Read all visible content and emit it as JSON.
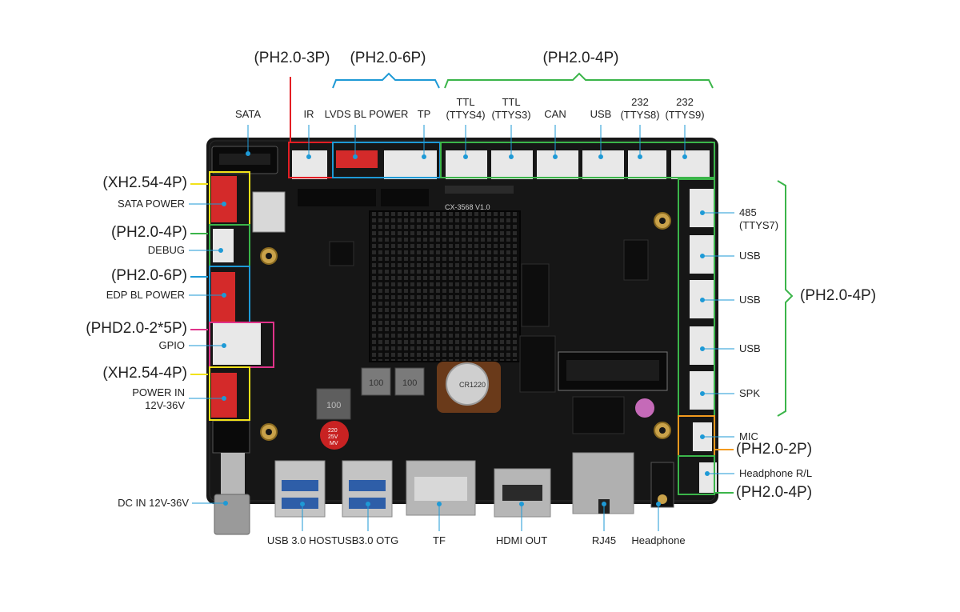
{
  "colors": {
    "red": "#e31e24",
    "blue": "#1e9ad6",
    "green": "#3bb54a",
    "magenta": "#e0338a",
    "yellow": "#f2e21a",
    "orange": "#f39a1e",
    "callout_line": "#1e9ad6",
    "board": "#161616",
    "heatsink": "#0c0c0c"
  },
  "top_groups": {
    "ph20_3p": "(PH2.0-3P)",
    "ph20_6p": "(PH2.0-6P)",
    "ph20_4p": "(PH2.0-4P)"
  },
  "top_labels": {
    "sata": "SATA",
    "ir": "IR",
    "lvds_bl_power": "LVDS BL POWER",
    "tp": "TP",
    "ttl_ttys4_l1": "TTL",
    "ttl_ttys4_l2": "(TTYS4)",
    "ttl_ttys3_l1": "TTL",
    "ttl_ttys3_l2": "(TTYS3)",
    "can": "CAN",
    "usb": "USB",
    "rs232_ttys8_l1": "232",
    "rs232_ttys8_l2": "(TTYS8)",
    "rs232_ttys9_l1": "232",
    "rs232_ttys9_l2": "(TTYS9)"
  },
  "left_groups": {
    "xh254_4p_a": "(XH2.54-4P)",
    "ph20_4p": "(PH2.0-4P)",
    "ph20_6p": "(PH2.0-6P)",
    "phd20_2x5p": "(PHD2.0-2*5P)",
    "xh254_4p_b": "(XH2.54-4P)"
  },
  "left_labels": {
    "sata_power": "SATA POWER",
    "debug": "DEBUG",
    "edp_bl_power": "EDP BL POWER",
    "gpio": "GPIO",
    "power_in_l1": "POWER IN",
    "power_in_l2": "12V-36V",
    "dc_in": "DC IN 12V-36V"
  },
  "right_labels": {
    "rs485_l1": "485",
    "rs485_l2": "(TTYS7)",
    "usb1": "USB",
    "usb2": "USB",
    "usb3": "USB",
    "spk": "SPK",
    "mic": "MIC",
    "headphone_rl": "Headphone R/L"
  },
  "right_groups": {
    "ph20_4p_main": "(PH2.0-4P)",
    "ph20_2p": "(PH2.0-2P)",
    "ph20_4p_bottom": "(PH2.0-4P)"
  },
  "bottom_labels": {
    "usb30_host": "USB 3.0 HOST",
    "usb30_otg": "USB3.0 OTG",
    "tf": "TF",
    "hdmi_out": "HDMI OUT",
    "rj45": "RJ45",
    "headphone": "Headphone"
  },
  "silkscreen": {
    "board_model": "CX-3568 V1.0",
    "battery": "CR1220",
    "inductor_a": "100",
    "inductor_b": "100",
    "inductor_c": "100",
    "capacitor_l1": "220",
    "capacitor_l2": "25V",
    "capacitor_l3": "MV"
  }
}
